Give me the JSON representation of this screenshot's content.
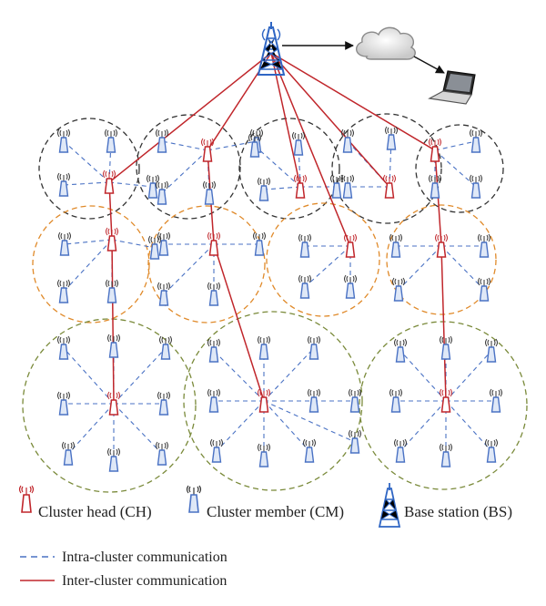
{
  "legend": {
    "cluster_head": "Cluster head (CH)",
    "cluster_member": "Cluster member (CM)",
    "base_station": "Base station (BS)",
    "intra": "Intra-cluster communication",
    "inter": "Inter-cluster communication"
  },
  "colors": {
    "intra_line": "#4a72c4",
    "inter_line": "#c0262b",
    "cluster_head": "#c0262b",
    "cluster_member": "#4a72c4",
    "base_station": "#2f66c4",
    "circle_top": "#333333",
    "circle_middle": "#e08a2a",
    "circle_bottom": "#7a8a3a"
  },
  "icons": {
    "cloud": "cloud-icon",
    "laptop": "laptop-icon",
    "base_station": "tower-icon",
    "cluster_head": "antenna-node-red-icon",
    "cluster_member": "antenna-node-blue-icon"
  }
}
